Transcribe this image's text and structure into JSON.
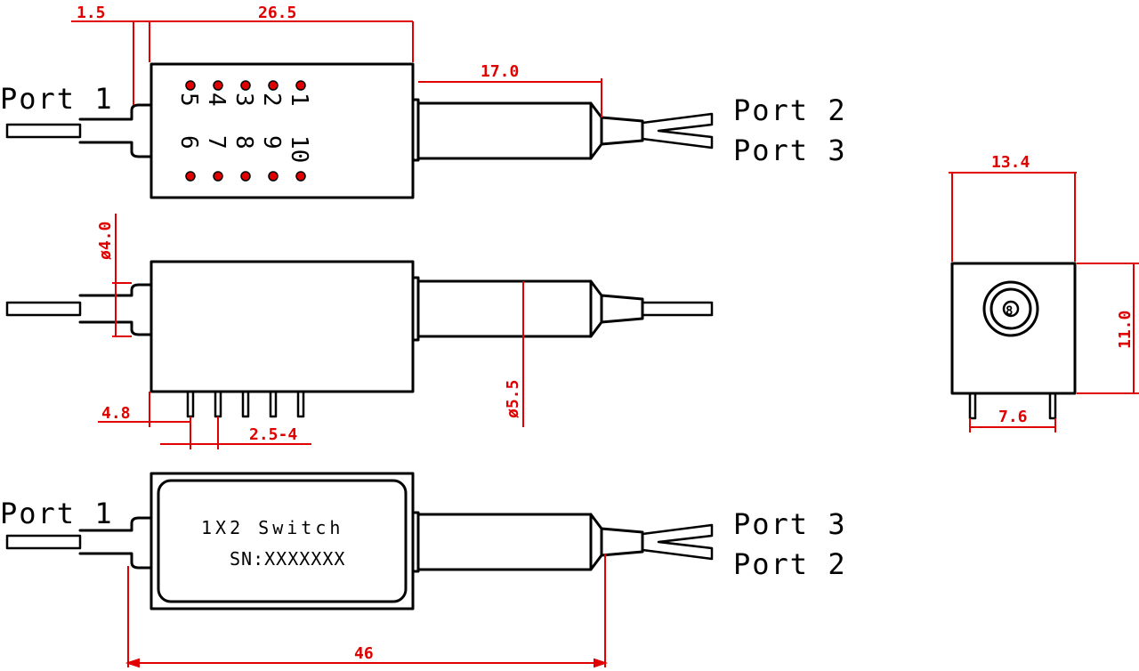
{
  "colors": {
    "outline": "#000000",
    "dimension": "#e00000",
    "pin_dot": "#e00000",
    "background": "#ffffff"
  },
  "ports": {
    "top_left": "Port 1",
    "top_right_a": "Port 2",
    "top_right_b": "Port 3",
    "bottom_left": "Port 1",
    "bottom_right_a": "Port 3",
    "bottom_right_b": "Port 2"
  },
  "pins": {
    "top_row": [
      "5",
      "4",
      "3",
      "2",
      "1"
    ],
    "bottom_row": [
      "6",
      "7",
      "8",
      "9",
      "10"
    ]
  },
  "label": {
    "line1": "1X2 Switch",
    "line2": "SN:XXXXXXX"
  },
  "end_view_symbol": "8",
  "dimensions": {
    "offset": "1.5",
    "body_length": "26.5",
    "tube_length": "17.0",
    "boot_dia": "ø4.0",
    "tube_dia": "ø5.5",
    "pin_offset": "4.8",
    "pin_pitch": "2.5-4",
    "total_length": "46",
    "width": "13.4",
    "height": "11.0",
    "pin_span": "7.6"
  }
}
